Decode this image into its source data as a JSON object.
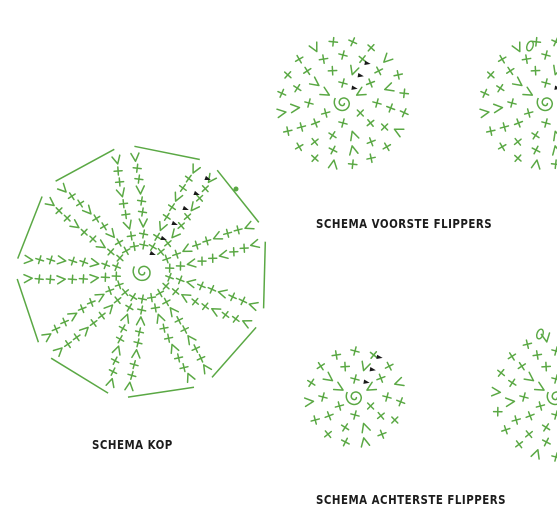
{
  "captions": {
    "head": "SCHEMA KOP",
    "front_flippers": "SCHEMA VOORSTE FLIPPERS",
    "back_flippers": "SCHEMA ACHTERSTE FLIPPERS"
  },
  "colors": {
    "stitch": "#5aa844",
    "marker": "#1a1a1a",
    "background": "#ffffff",
    "text": "#1c1c1c"
  },
  "symbols": {
    "magic_ring": "spiral",
    "single_crochet": "cross",
    "increase": "v",
    "chain": "oval",
    "round_marker": "triangle"
  }
}
